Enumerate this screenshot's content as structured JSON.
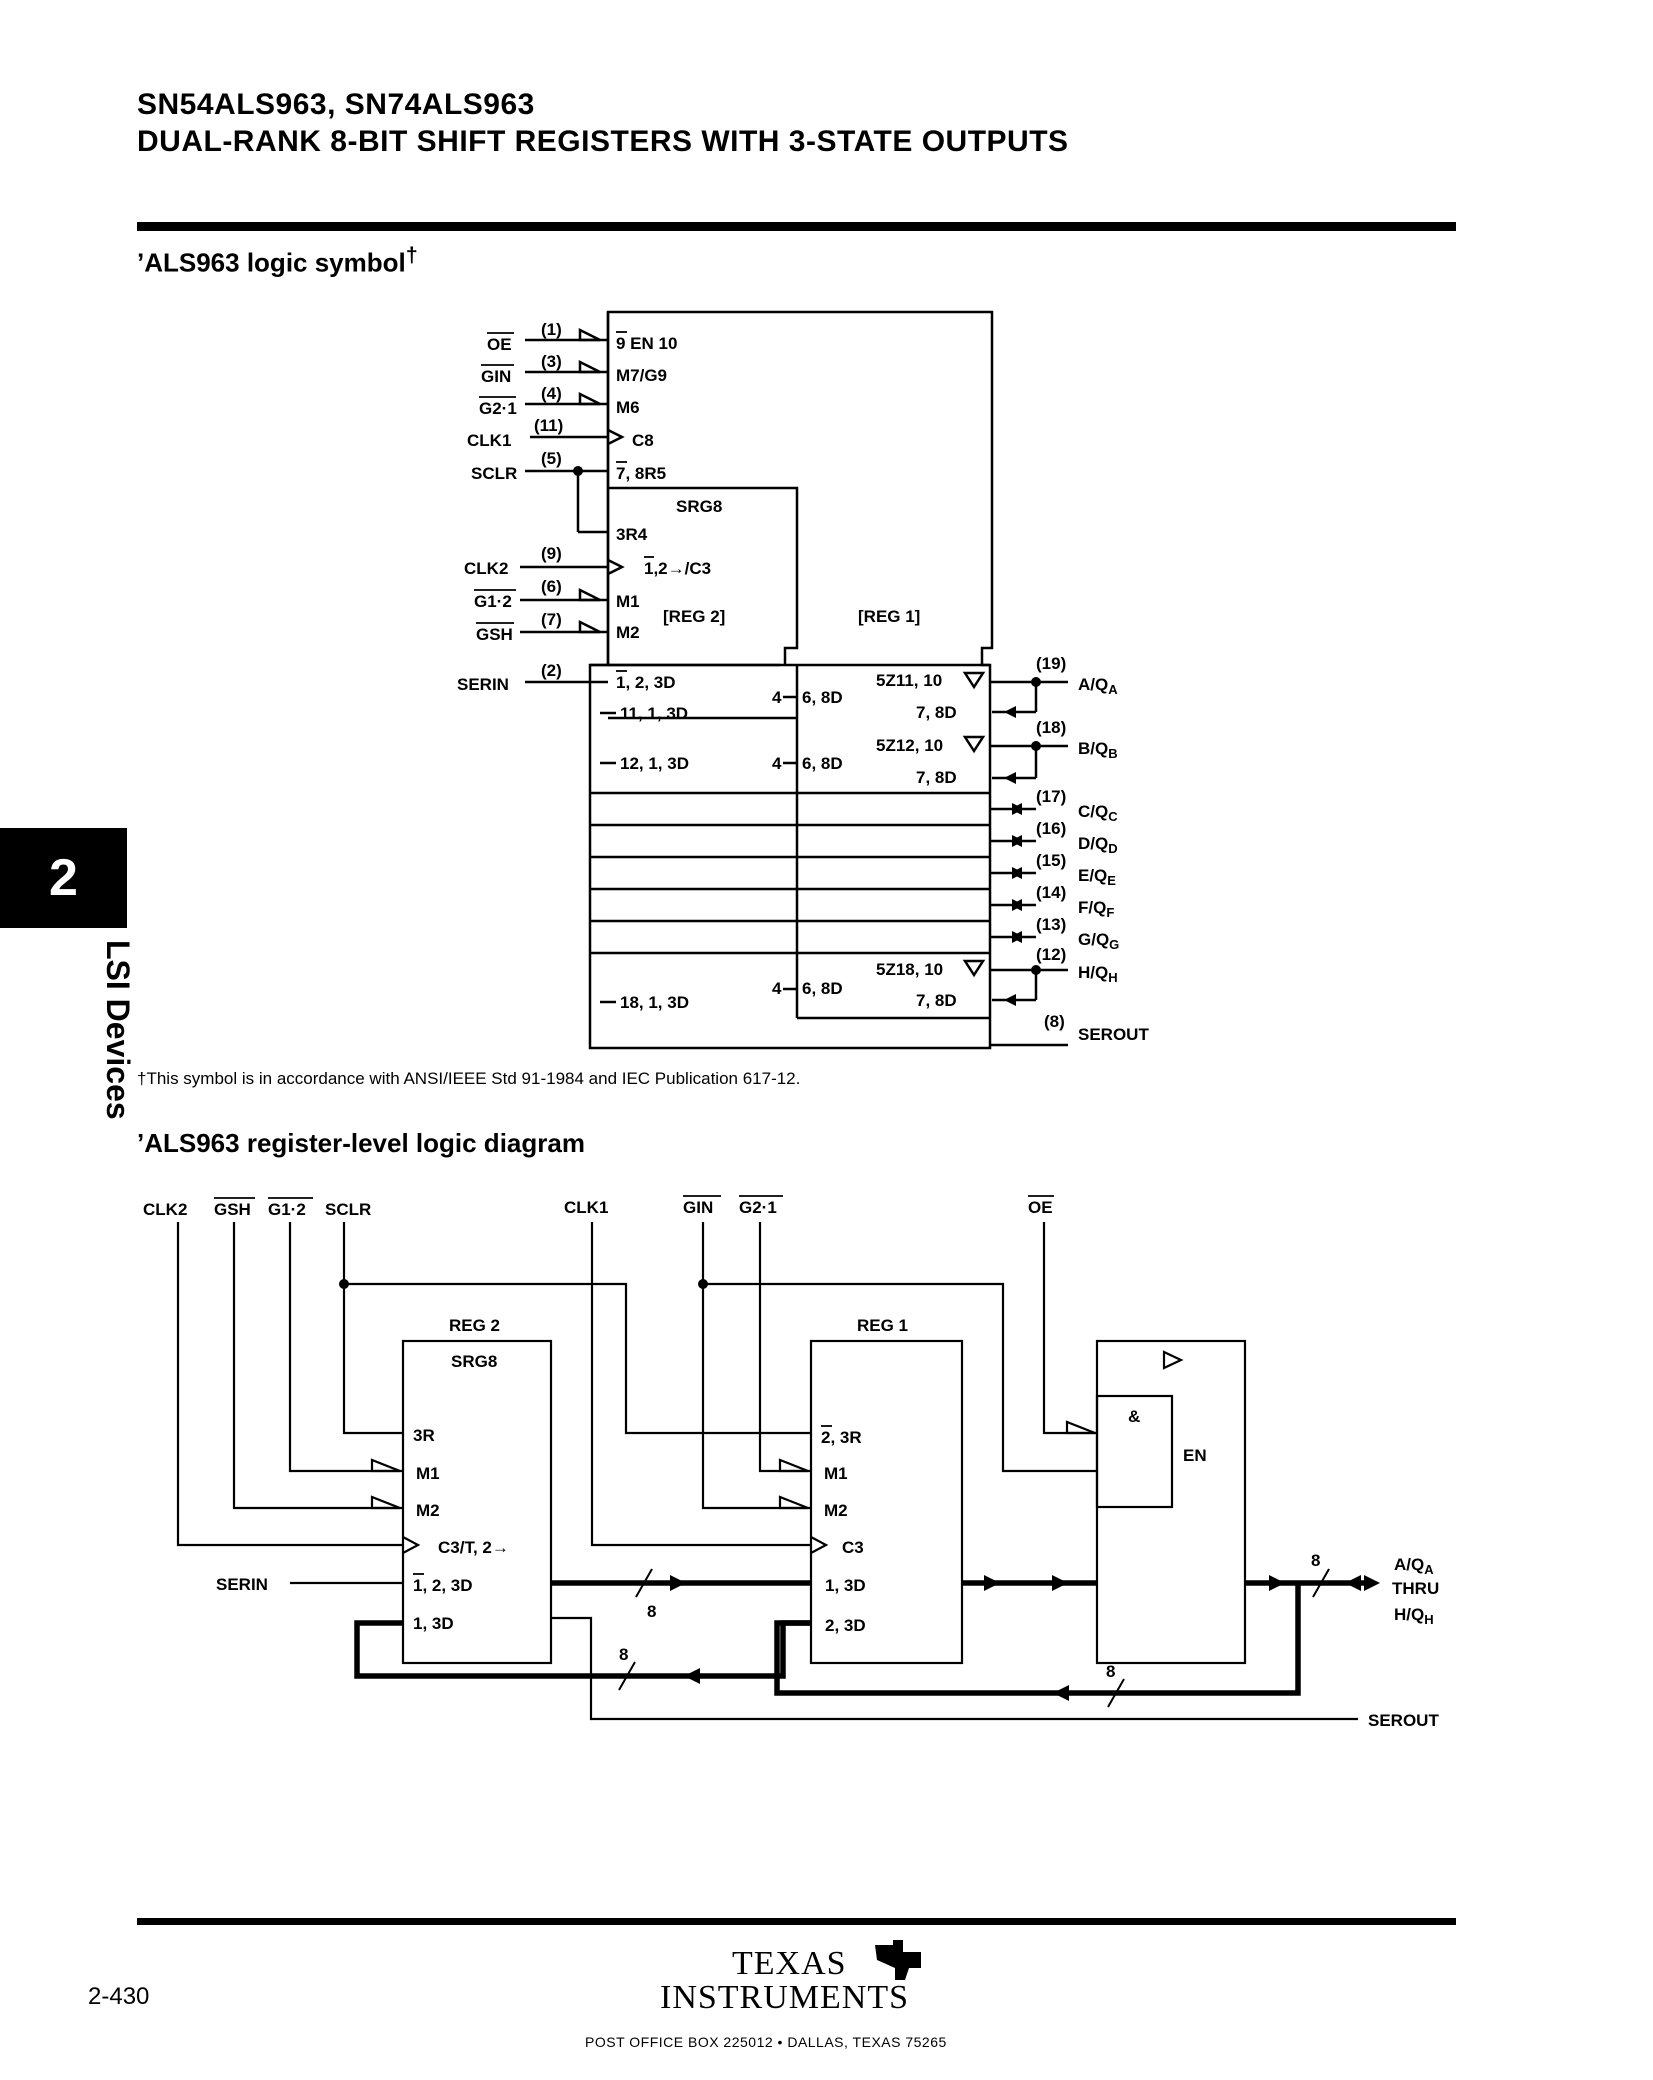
{
  "header": {
    "part_numbers": "SN54ALS963, SN74ALS963",
    "title": "DUAL-RANK 8-BIT SHIFT REGISTERS WITH 3-STATE OUTPUTS"
  },
  "section_tab": {
    "number": "2",
    "label": "LSI Devices"
  },
  "logic_symbol": {
    "title": "’ALS963 logic symbol",
    "title_mark": "†",
    "inputs": [
      {
        "name": "OE",
        "pin": "(1)",
        "label": "9 EN 10"
      },
      {
        "name": "GIN",
        "pin": "(3)",
        "label": "M7/G9"
      },
      {
        "name": "G2·1",
        "pin": "(4)",
        "label": "M6"
      },
      {
        "name": "CLK1",
        "pin": "(11)",
        "label": "C8"
      },
      {
        "name": "SCLR",
        "pin": "(5)",
        "label": "7, 8R5"
      },
      {
        "name": "CLK2",
        "pin": "(9)",
        "label": "1,2→/C3"
      },
      {
        "name": "G1·2",
        "pin": "(6)",
        "label": "M1"
      },
      {
        "name": "GSH",
        "pin": "(7)",
        "label": "M2"
      },
      {
        "name": "SERIN",
        "pin": "(2)",
        "label": "1, 2, 3D"
      }
    ],
    "srg_label": "SRG8",
    "srg_reset": "3R4",
    "reg2_label": "[REG 2]",
    "reg1_label": "[REG 1]",
    "reg2_cells": [
      "11, 1, 3D",
      "12, 1, 3D",
      "18, 1, 3D"
    ],
    "reg1_in": "6, 8D",
    "reg1_in_num": "4",
    "reg1_out_a": "5Z11, 10",
    "reg1_out_b": "5Z12, 10",
    "reg1_out_h": "5Z18, 10",
    "reg1_d": "7, 8D",
    "outputs": [
      {
        "pin": "(19)",
        "name": "A/Q",
        "sub": "A"
      },
      {
        "pin": "(18)",
        "name": "B/Q",
        "sub": "B"
      },
      {
        "pin": "(17)",
        "name": "C/Q",
        "sub": "C"
      },
      {
        "pin": "(16)",
        "name": "D/Q",
        "sub": "D"
      },
      {
        "pin": "(15)",
        "name": "E/Q",
        "sub": "E"
      },
      {
        "pin": "(14)",
        "name": "F/Q",
        "sub": "F"
      },
      {
        "pin": "(13)",
        "name": "G/Q",
        "sub": "G"
      },
      {
        "pin": "(12)",
        "name": "H/Q",
        "sub": "H"
      }
    ],
    "serout_pin": "(8)",
    "serout": "SEROUT",
    "footnote": "†This symbol is in accordance with ANSI/IEEE Std 91-1984 and IEC Publication 617-12."
  },
  "register_diagram": {
    "title": "’ALS963 register-level logic diagram",
    "top_inputs": [
      "CLK2",
      "GSH",
      "G1·2",
      "SCLR",
      "CLK1",
      "GIN",
      "G2·1",
      "OE"
    ],
    "reg2_title": "REG 2",
    "reg2_sub": "SRG8",
    "reg2_pins": [
      "3R",
      "M1",
      "M2",
      "C3/T, 2→",
      "1, 2, 3D",
      "1, 3D"
    ],
    "serin": "SERIN",
    "reg1_title": "REG 1",
    "reg1_pins": [
      "2, 3R",
      "M1",
      "M2",
      "C3",
      "1, 3D",
      "2, 3D"
    ],
    "and_symbol": "&",
    "en_label": "EN",
    "bus_width": "8",
    "output_label": [
      "A/Q",
      "THRU",
      "H/Q"
    ],
    "output_subs": [
      "A",
      "H"
    ],
    "serout": "SEROUT"
  },
  "footer": {
    "page_number": "2-430",
    "brand_line1": "TEXAS",
    "brand_line2": "INSTRUMENTS",
    "address": "POST OFFICE BOX 225012 • DALLAS, TEXAS 75265"
  }
}
